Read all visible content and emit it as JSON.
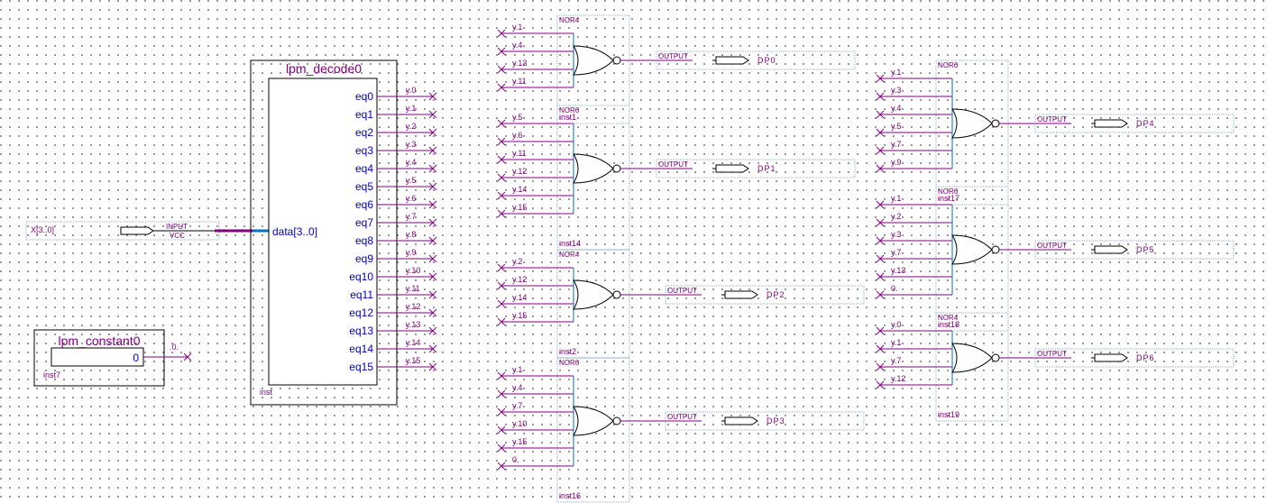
{
  "input_pin": {
    "name": "X[3..0]",
    "type": "INPUT",
    "default": "VCC"
  },
  "decoder": {
    "title": "lpm_decode0",
    "instance": "inst",
    "input_port": "data[3..0]",
    "outputs": [
      "eq0",
      "eq1",
      "eq2",
      "eq3",
      "eq4",
      "eq5",
      "eq6",
      "eq7",
      "eq8",
      "eq9",
      "eq10",
      "eq11",
      "eq12",
      "eq13",
      "eq14",
      "eq15"
    ],
    "wires": [
      "y.0",
      "y.1",
      "y.2",
      "y.3",
      "y.4",
      "y.5",
      "y.6",
      "y.7",
      "y.8",
      "y.9",
      "y.10",
      "y.11",
      "y.12",
      "y.13",
      "y.14",
      "y.15"
    ]
  },
  "constant": {
    "title": "lpm_constant0",
    "value": "0",
    "instance": "inst7",
    "wire": ".0."
  },
  "gates": [
    {
      "type": "NOR4",
      "instance": "inst1",
      "inputs": [
        "y.1",
        "y.4",
        "y.13",
        "y.11"
      ],
      "output_type": "OUTPUT",
      "output_name": "DP0"
    },
    {
      "type": "NOR6",
      "instance": "inst14",
      "inputs": [
        "y.5",
        "y.6",
        "y.11",
        "y.12",
        "y.14",
        "y.15"
      ],
      "output_type": "OUTPUT",
      "output_name": "DP1"
    },
    {
      "type": "NOR4",
      "instance": "inst2",
      "inputs": [
        "y.2",
        "y.12",
        "y.14",
        "y.15"
      ],
      "output_type": "OUTPUT",
      "output_name": "DP2"
    },
    {
      "type": "NOR6",
      "instance": "inst16",
      "inputs": [
        "y.1",
        "y.4",
        "y.7",
        "y.10",
        "y.15",
        "0."
      ],
      "output_type": "OUTPUT",
      "output_name": "DP3"
    },
    {
      "type": "NOR6",
      "instance": "inst17",
      "inputs": [
        "y.1",
        "y.3",
        "y.4",
        "y.5",
        "y.7",
        "y.9"
      ],
      "output_type": "OUTPUT",
      "output_name": "DP4"
    },
    {
      "type": "NOR6",
      "instance": "inst18",
      "inputs": [
        "y.1",
        "y.2",
        "y.3",
        "y.7",
        "y.13",
        "0."
      ],
      "output_type": "OUTPUT",
      "output_name": "DP5"
    },
    {
      "type": "NOR4",
      "instance": "inst19",
      "inputs": [
        "y.0",
        "y.1",
        "y.7",
        "y.12"
      ],
      "output_type": "OUTPUT",
      "output_name": "DP6"
    }
  ],
  "colors": {
    "wire": "#800080",
    "port_text": "#0000c0",
    "bus": "#0070c0",
    "block": "#000000",
    "pin_box": "#8fb0c8"
  }
}
